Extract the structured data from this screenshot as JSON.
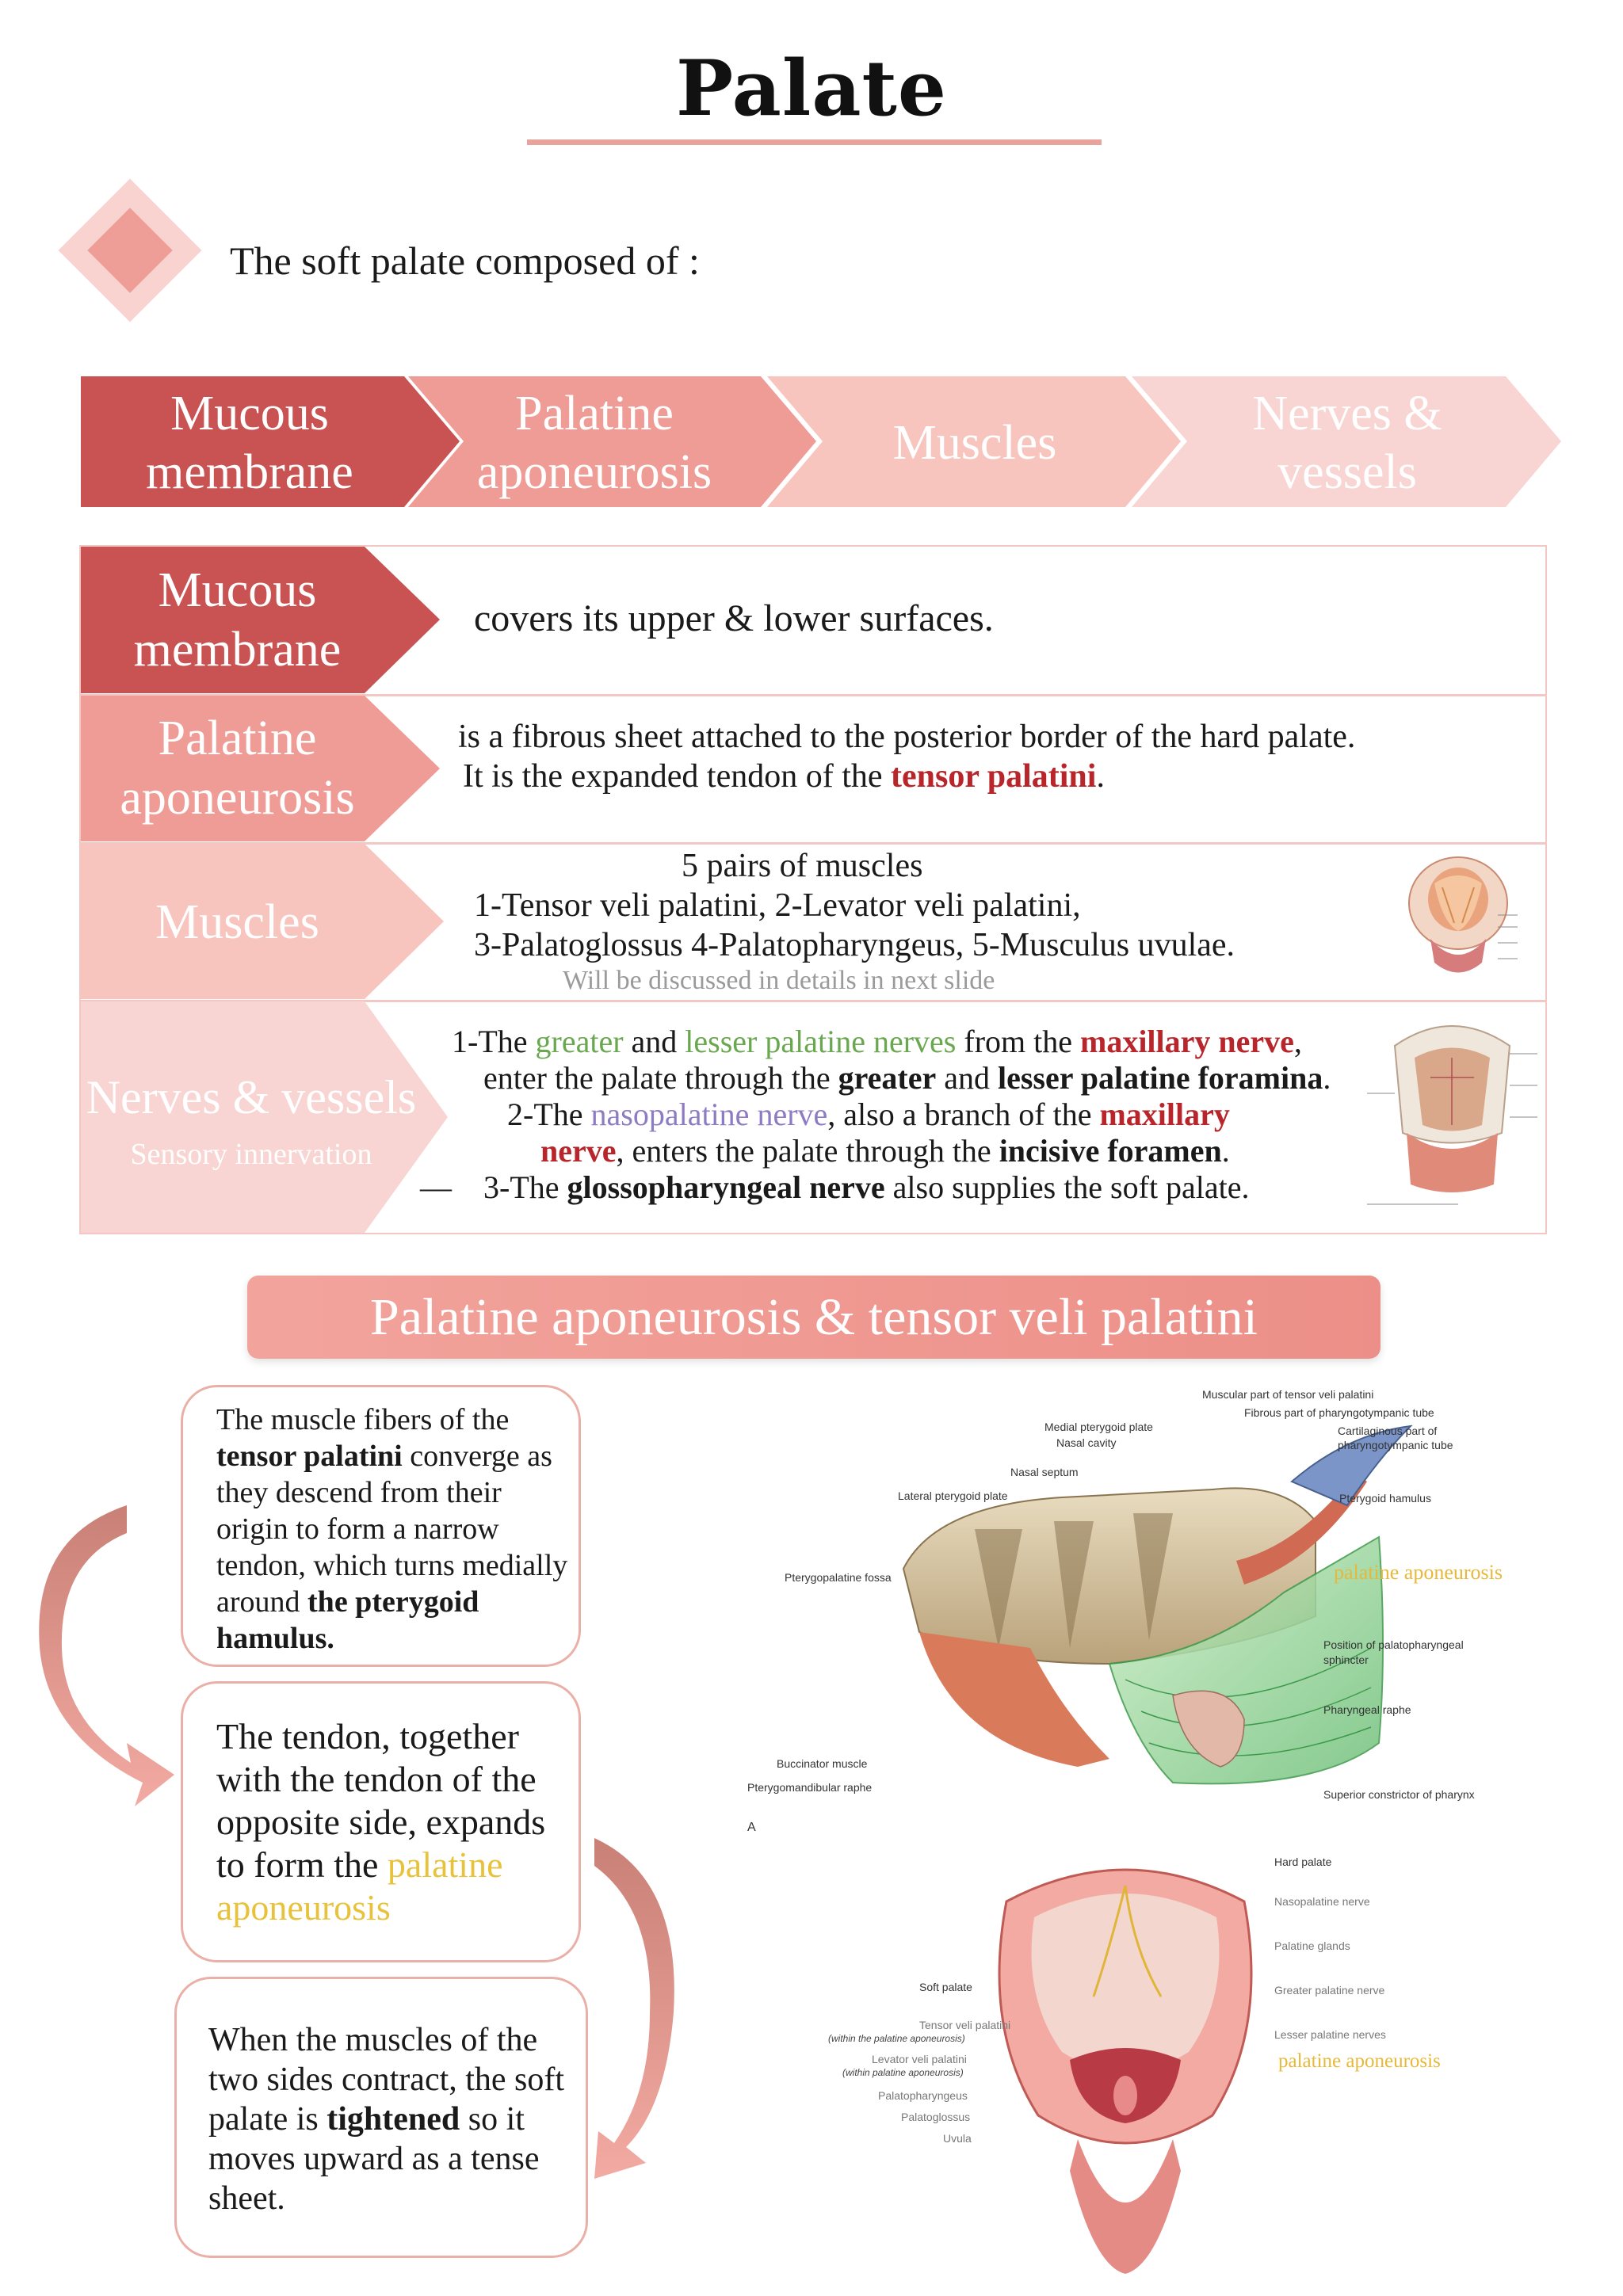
{
  "title": "Palate",
  "intro": "The soft palate composed of :",
  "process": [
    {
      "line1": "Mucous",
      "line2": "membrane"
    },
    {
      "line1": "Palatine",
      "line2": "aponeurosis"
    },
    {
      "line1": "Muscles",
      "line2": ""
    },
    {
      "line1": "Nerves &",
      "line2": "vessels"
    }
  ],
  "colors": {
    "c1": "#c85352",
    "c2": "#ee9c95",
    "c3": "#f7c4be",
    "c4": "#f8d5d2",
    "accent_red": "#b8252a",
    "accent_green": "#6aa84f",
    "accent_purple": "#8e7cc3",
    "accent_yellow": "#e8c23a"
  },
  "table": {
    "mucous": {
      "head1": "Mucous",
      "head2": "membrane",
      "text": "covers its upper & lower surfaces."
    },
    "aponeurosis": {
      "head1": "Palatine",
      "head2": "aponeurosis",
      "line1": "is a fibrous sheet attached to the posterior border of the hard palate.",
      "line2_a": "It is the expanded tendon of the ",
      "line2_b": "tensor palatini",
      "line2_c": "."
    },
    "muscles": {
      "head": "Muscles",
      "line1": "5 pairs of muscles",
      "line2": "1-Tensor veli palatini, 2-Levator veli palatini,",
      "line3": "3-Palatoglossus 4-Palatopharyngeus, 5-Musculus uvulae.",
      "note": "Will be discussed in details in next slide"
    },
    "nerves": {
      "head": "Nerves & vessels",
      "sub": "Sensory innervation",
      "l1_a": "1-The ",
      "l1_b": "greater",
      "l1_c": " and ",
      "l1_d": "lesser palatine nerves",
      "l1_e": " from the ",
      "l1_f": "maxillary nerve",
      "l1_g": ",",
      "l2_a": "enter the palate through the ",
      "l2_b": "greater",
      "l2_c": " and ",
      "l2_d": "lesser palatine foramina",
      "l2_e": ".",
      "l3_a": "2-The ",
      "l3_b": "nasopalatine nerve",
      "l3_c": ", also a branch of the ",
      "l3_d": "maxillary",
      "l4_a": "nerve",
      "l4_b": ", enters the palate through the ",
      "l4_c": "incisive foramen",
      "l4_d": ".",
      "dash": "—",
      "l5_a": "3-The ",
      "l5_b": "glossopharyngeal nerve",
      "l5_c": " also supplies the soft palate."
    }
  },
  "banner": "Palatine aponeurosis & tensor veli palatini",
  "boxes": {
    "box1": {
      "a": "The muscle fibers of the ",
      "b": "tensor palatini",
      "c": " converge as they descend from their origin to form a narrow tendon, which turns medially around ",
      "d": "the pterygoid hamulus."
    },
    "box2": {
      "a": "The tendon, together with the tendon of the opposite side, expands to form the ",
      "b": "palatine aponeurosis"
    },
    "box3": {
      "a": "When the muscles of the two sides contract, the soft palate is ",
      "b": "tightened",
      "c": " so it moves upward as a tense sheet."
    }
  },
  "figureA": {
    "labels": {
      "muscular": "Muscular part of tensor veli palatini",
      "fibrous": "Fibrous part of pharyngotympanic tube",
      "cartilaginous1": "Cartilaginous part of",
      "cartilaginous2": "pharyngotympanic tube",
      "medial_pterygoid": "Medial pterygoid plate",
      "nasal_cavity": "Nasal cavity",
      "nasal_septum": "Nasal septum",
      "lateral_pterygoid": "Lateral pterygoid plate",
      "pterygoid_hamulus": "Pterygoid hamulus",
      "pterygopalatine": "Pterygopalatine fossa",
      "palatine_aponeurosis": "palatine aponeurosis",
      "position1": "Position of palatopharyngeal",
      "position2": "sphincter",
      "pharyngeal_raphe": "Pharyngeal raphe",
      "buccinator": "Buccinator muscle",
      "pterygomandibular": "Pterygomandibular raphe",
      "superior_constrictor": "Superior constrictor of pharynx",
      "letter": "A"
    }
  },
  "figureB": {
    "labels": {
      "hard_palate": "Hard palate",
      "nasopalatine": "Nasopalatine nerve",
      "palatine_glands": "Palatine glands",
      "greater_palatine": "Greater palatine nerve",
      "lesser_palatine": "Lesser palatine nerves",
      "palatine_aponeurosis": "palatine aponeurosis",
      "soft_palate": "Soft palate",
      "tensor": "Tensor veli palatini",
      "tensor_note": "(within the palatine aponeurosis)",
      "levator": "Levator veli palatini",
      "levator_note": "(within palatine aponeurosis)",
      "palatopharyngeus": "Palatopharyngeus",
      "palatoglossus": "Palatoglossus",
      "uvula": "Uvula"
    }
  }
}
